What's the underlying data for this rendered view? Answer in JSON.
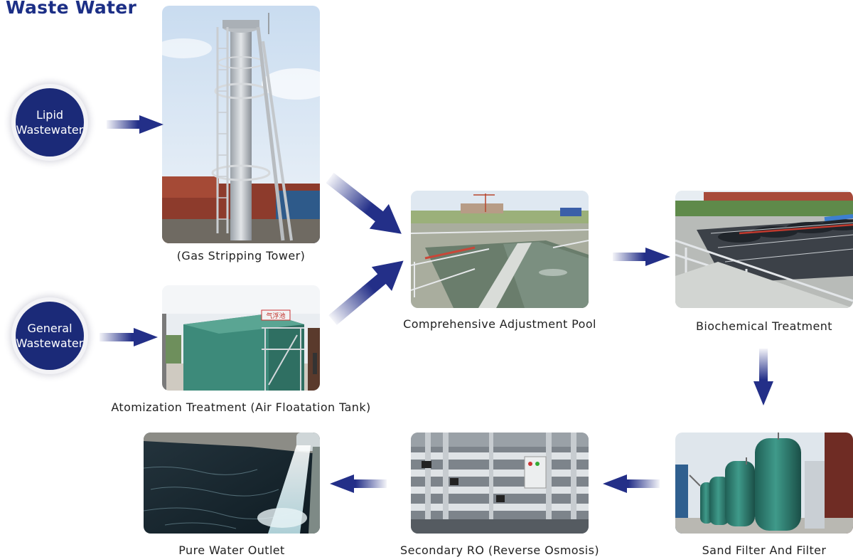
{
  "title": "Waste Water",
  "inputs": [
    {
      "line1": "Lipid",
      "line2": "Wastewater"
    },
    {
      "line1": "General",
      "line2": "Wastewater"
    }
  ],
  "steps": {
    "gas_stripping": "(Gas Stripping Tower)",
    "atomization": "Atomization Treatment (Air Floatation Tank)",
    "adjustment": "Comprehensive Adjustment Pool",
    "biochemical": "Biochemical Treatment",
    "sand_filter": "Sand Filter And Filter",
    "secondary_ro": "Secondary RO (Reverse Osmosis)",
    "pure_water": "Pure Water Outlet"
  },
  "photo_labels": {
    "tank_sign": "气浮池"
  },
  "colors": {
    "accent": "#1c2f86",
    "arrow": "#232f88"
  }
}
